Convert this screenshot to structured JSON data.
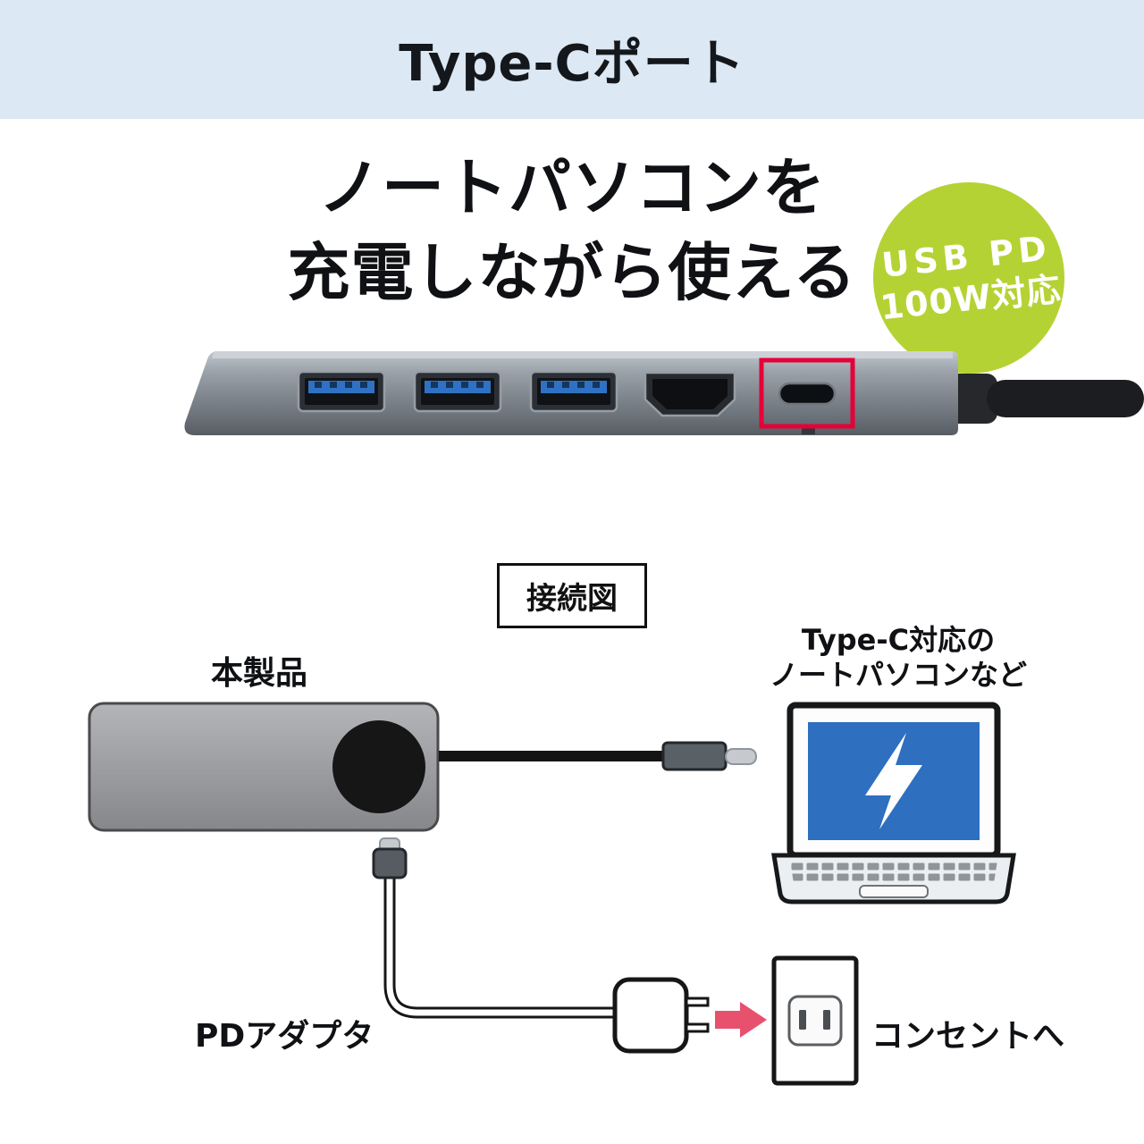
{
  "page": {
    "header": {
      "title": "Type-Cポート"
    },
    "headline": {
      "line1": "ノートパソコンを",
      "line2": "充電しながら使える"
    },
    "badge": {
      "line1": "USB PD",
      "line2": "100W対応"
    },
    "connection": {
      "title": "接続図",
      "product_label": "本製品",
      "laptop_label": {
        "line1": "Type-C対応の",
        "line2": "ノートパソコンなど"
      },
      "adapter_label": "PDアダプタ",
      "outlet_label": "コンセントへ"
    },
    "colors": {
      "header_bg": "#dce8f3",
      "badge_green": "#b5d234",
      "highlight_red": "#e50038",
      "screen_blue": "#2e6fc0",
      "usb_blue": "#2f72c4",
      "arrow_pink": "#e8516d"
    }
  }
}
